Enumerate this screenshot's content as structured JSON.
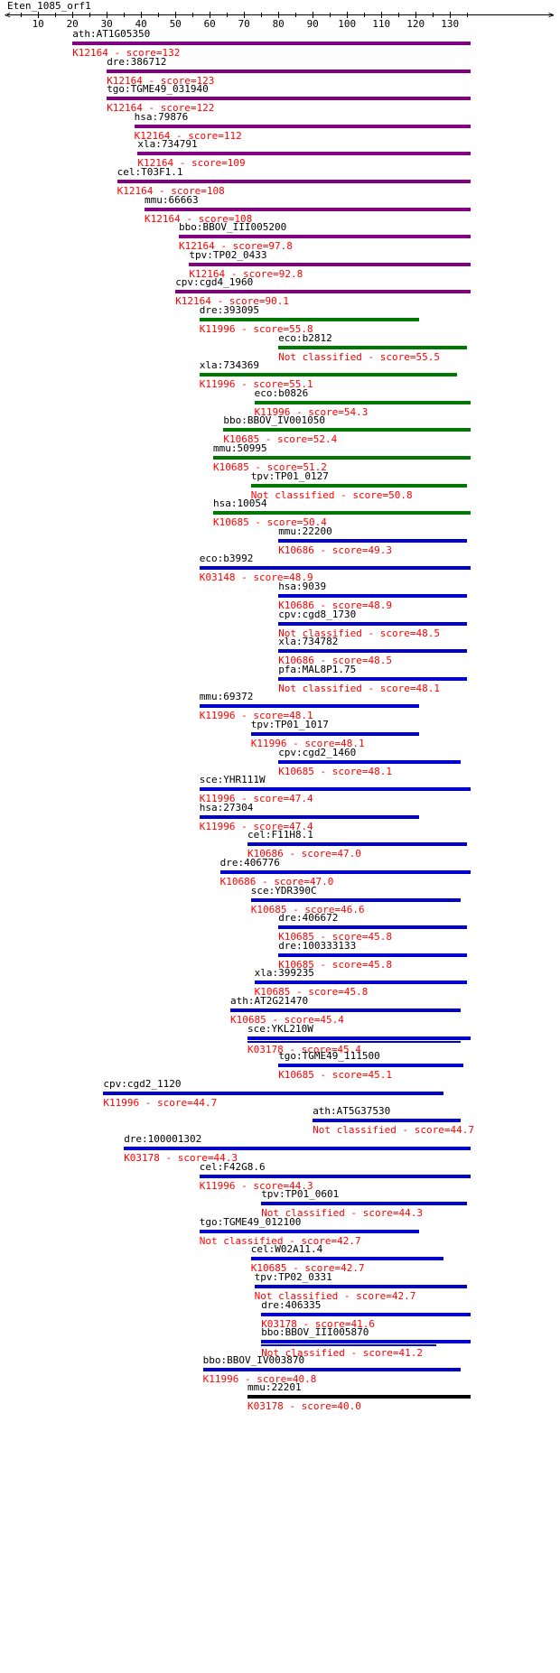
{
  "title": "Eten_1085_orf1",
  "ruler": {
    "min": 1,
    "max": 136,
    "ticks": [
      10,
      20,
      30,
      40,
      50,
      60,
      70,
      80,
      90,
      100,
      110,
      120,
      130
    ]
  },
  "colors": {
    "purple": "#800080",
    "green": "#007700",
    "blue": "#0000cc",
    "black": "#000000",
    "info_text": "#ff0000"
  },
  "hits": [
    {
      "gene": "ath:AT1G05350",
      "info": "K12164 - score=132",
      "start": 20,
      "end": 136,
      "color": "purple"
    },
    {
      "gene": "dre:386712",
      "info": "K12164 - score=123",
      "start": 30,
      "end": 136,
      "color": "purple"
    },
    {
      "gene": "tgo:TGME49_031940",
      "info": "K12164 - score=122",
      "start": 30,
      "end": 136,
      "color": "purple"
    },
    {
      "gene": "hsa:79876",
      "info": "K12164 - score=112",
      "start": 38,
      "end": 136,
      "color": "purple"
    },
    {
      "gene": "xla:734791",
      "info": "K12164 - score=109",
      "start": 39,
      "end": 136,
      "color": "purple"
    },
    {
      "gene": "cel:T03F1.1",
      "info": "K12164 - score=108",
      "start": 33,
      "end": 136,
      "color": "purple"
    },
    {
      "gene": "mmu:66663",
      "info": "K12164 - score=108",
      "start": 41,
      "end": 136,
      "color": "purple"
    },
    {
      "gene": "bbo:BBOV_III005200",
      "info": "K12164 - score=97.8",
      "start": 51,
      "end": 136,
      "color": "purple"
    },
    {
      "gene": "tpv:TP02_0433",
      "info": "K12164 - score=92.8",
      "start": 54,
      "end": 136,
      "color": "purple"
    },
    {
      "gene": "cpv:cgd4_1960",
      "info": "K12164 - score=90.1",
      "start": 50,
      "end": 136,
      "color": "purple"
    },
    {
      "gene": "dre:393095",
      "info": "K11996 - score=55.8",
      "start": 57,
      "end": 121,
      "color": "green"
    },
    {
      "gene": "eco:b2812",
      "info": "Not classified - score=55.5",
      "start": 80,
      "end": 135,
      "color": "green"
    },
    {
      "gene": "xla:734369",
      "info": "K11996 - score=55.1",
      "start": 57,
      "end": 132,
      "color": "green"
    },
    {
      "gene": "eco:b0826",
      "info": "K11996 - score=54.3",
      "start": 73,
      "end": 136,
      "color": "green"
    },
    {
      "gene": "bbo:BBOV_IV001050",
      "info": "K10685 - score=52.4",
      "start": 64,
      "end": 136,
      "color": "green"
    },
    {
      "gene": "mmu:50995",
      "info": "K10685 - score=51.2",
      "start": 61,
      "end": 136,
      "color": "green"
    },
    {
      "gene": "tpv:TP01_0127",
      "info": "Not classified - score=50.8",
      "start": 72,
      "end": 135,
      "color": "green"
    },
    {
      "gene": "hsa:10054",
      "info": "K10685 - score=50.4",
      "start": 61,
      "end": 136,
      "color": "green"
    },
    {
      "gene": "mmu:22200",
      "info": "K10686 - score=49.3",
      "start": 80,
      "end": 135,
      "color": "blue"
    },
    {
      "gene": "eco:b3992",
      "info": "K03148 - score=48.9",
      "start": 57,
      "end": 136,
      "color": "blue"
    },
    {
      "gene": "hsa:9039",
      "info": "K10686 - score=48.9",
      "start": 80,
      "end": 135,
      "color": "blue"
    },
    {
      "gene": "cpv:cgd8_1730",
      "info": "Not classified - score=48.5",
      "start": 80,
      "end": 135,
      "color": "blue"
    },
    {
      "gene": "xla:734782",
      "info": "K10686 - score=48.5",
      "start": 80,
      "end": 135,
      "color": "blue"
    },
    {
      "gene": "pfa:MAL8P1.75",
      "info": "Not classified - score=48.1",
      "start": 80,
      "end": 135,
      "color": "blue"
    },
    {
      "gene": "mmu:69372",
      "info": "K11996 - score=48.1",
      "start": 57,
      "end": 121,
      "color": "blue"
    },
    {
      "gene": "tpv:TP01_1017",
      "info": "K11996 - score=48.1",
      "start": 72,
      "end": 121,
      "color": "blue"
    },
    {
      "gene": "cpv:cgd2_1460",
      "info": "K10685 - score=48.1",
      "start": 80,
      "end": 133,
      "color": "blue"
    },
    {
      "gene": "sce:YHR111W",
      "info": "K11996 - score=47.4",
      "start": 57,
      "end": 136,
      "color": "blue"
    },
    {
      "gene": "hsa:27304",
      "info": "K11996 - score=47.4",
      "start": 57,
      "end": 121,
      "color": "blue"
    },
    {
      "gene": "cel:F11H8.1",
      "info": "K10686 - score=47.0",
      "start": 71,
      "end": 135,
      "color": "blue"
    },
    {
      "gene": "dre:406776",
      "info": "K10686 - score=47.0",
      "start": 63,
      "end": 136,
      "color": "blue"
    },
    {
      "gene": "sce:YDR390C",
      "info": "K10685 - score=46.6",
      "start": 72,
      "end": 133,
      "color": "blue"
    },
    {
      "gene": "dre:406672",
      "info": "K10685 - score=45.8",
      "start": 80,
      "end": 135,
      "color": "blue"
    },
    {
      "gene": "dre:100333133",
      "info": "K10685 - score=45.8",
      "start": 80,
      "end": 135,
      "color": "blue"
    },
    {
      "gene": "xla:399235",
      "info": "K10685 - score=45.8",
      "start": 73,
      "end": 135,
      "color": "blue"
    },
    {
      "gene": "ath:AT2G21470",
      "info": "K10685 - score=45.4",
      "start": 66,
      "end": 133,
      "color": "blue"
    },
    {
      "gene": "sce:YKL210W",
      "info": "K03178 - score=45.4",
      "start": 71,
      "end": 136,
      "color": "blue",
      "sub_end": 133
    },
    {
      "gene": "tgo:TGME49_111500",
      "info": "K10685 - score=45.1",
      "start": 80,
      "end": 134,
      "color": "blue"
    },
    {
      "gene": "cpv:cgd2_1120",
      "info": "K11996 - score=44.7",
      "start": 29,
      "end": 128,
      "color": "blue"
    },
    {
      "gene": "ath:AT5G37530",
      "info": "Not classified - score=44.7",
      "start": 90,
      "end": 133,
      "color": "blue"
    },
    {
      "gene": "dre:100001302",
      "info": "K03178 - score=44.3",
      "start": 35,
      "end": 136,
      "color": "blue"
    },
    {
      "gene": "cel:F42G8.6",
      "info": "K11996 - score=44.3",
      "start": 57,
      "end": 136,
      "color": "blue"
    },
    {
      "gene": "tpv:TP01_0601",
      "info": "Not classified - score=44.3",
      "start": 75,
      "end": 135,
      "color": "blue"
    },
    {
      "gene": "tgo:TGME49_012100",
      "info": "Not classified - score=42.7",
      "start": 57,
      "end": 121,
      "color": "blue"
    },
    {
      "gene": "cel:W02A11.4",
      "info": "K10685 - score=42.7",
      "start": 72,
      "end": 128,
      "color": "blue"
    },
    {
      "gene": "tpv:TP02_0331",
      "info": "Not classified - score=42.7",
      "start": 73,
      "end": 135,
      "color": "blue"
    },
    {
      "gene": "dre:406335",
      "info": "K03178 - score=41.6",
      "start": 75,
      "end": 136,
      "color": "blue"
    },
    {
      "gene": "bbo:BBOV_III005870",
      "info": "Not classified - score=41.2",
      "start": 75,
      "end": 136,
      "color": "blue",
      "sub_end": 126
    },
    {
      "gene": "bbo:BBOV_IV003870",
      "info": "K11996 - score=40.8",
      "start": 58,
      "end": 133,
      "color": "blue"
    },
    {
      "gene": "mmu:22201",
      "info": "K03178 - score=40.0",
      "start": 71,
      "end": 136,
      "color": "black"
    }
  ]
}
